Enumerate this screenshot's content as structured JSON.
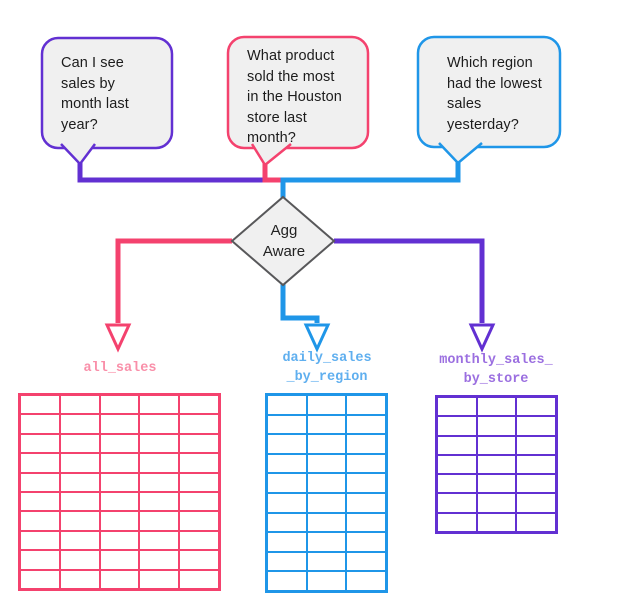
{
  "palette": {
    "purple": "#6230D2",
    "pink": "#F4426E",
    "blue": "#1F96E8",
    "bubble_fill": "#F0F0F0",
    "diamond_stroke": "#58585A",
    "diamond_fill": "#F0F0F0"
  },
  "questions": [
    {
      "text": "Can I see\nsales by\nmonth last\nyear?",
      "color": "#6230D2"
    },
    {
      "text": "What product\nsold the most\nin the Houston\nstore last\nmonth?",
      "color": "#F4426E"
    },
    {
      "text": "Which region\nhad the lowest\nsales\nyesterday?",
      "color": "#1F96E8"
    }
  ],
  "decision": {
    "label": "Agg\nAware"
  },
  "tables": [
    {
      "name": "all_sales",
      "label": "all_sales",
      "rows": 10,
      "cols": 5,
      "color": "#F4426E",
      "label_color": "#F98FA9"
    },
    {
      "name": "daily_sales_by_region",
      "label": "daily_sales\n_by_region",
      "rows": 10,
      "cols": 3,
      "color": "#1F96E8",
      "label_color": "#5FAFEF"
    },
    {
      "name": "monthly_sales_by_store",
      "label": "monthly_sales_\nby_store",
      "rows": 7,
      "cols": 3,
      "color": "#6230D2",
      "label_color": "#9B6FE0"
    }
  ]
}
